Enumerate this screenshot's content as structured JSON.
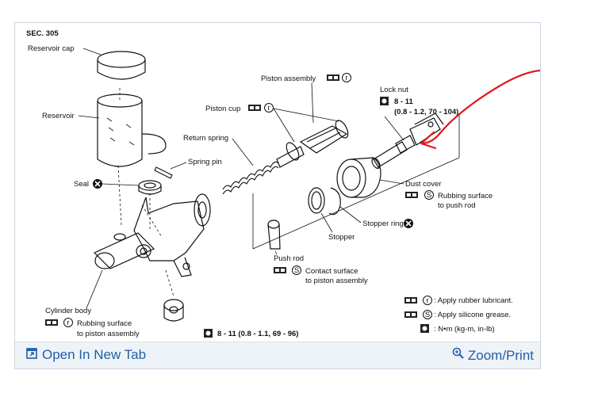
{
  "diagram": {
    "section": "SEC. 305",
    "labels": {
      "reservoir_cap": "Reservoir cap",
      "reservoir": "Reservoir",
      "seal": "Seal",
      "piston_assembly": "Piston assembly",
      "piston_cup": "Piston cup",
      "return_spring": "Return spring",
      "spring_pin": "Spring pin",
      "lock_nut": "Lock nut",
      "lock_nut_torque": "8 - 11",
      "lock_nut_torque_alt": "(0.8 - 1.2, 70 - 104)",
      "dust_cover": "Dust cover",
      "dust_cover_note_1": "Rubbing surface",
      "dust_cover_note_2": "to push rod",
      "stopper_ring": "Stopper ring",
      "stopper": "Stopper",
      "push_rod": "Push rod",
      "push_rod_note_1": "Contact surface",
      "push_rod_note_2": "to piston assembly",
      "cylinder_body": "Cylinder body",
      "cylinder_note_1": "Rubbing surface",
      "cylinder_note_2": "to piston assembly",
      "bottom_torque": "8 - 11 (0.8 - 1.1, 69 - 96)"
    },
    "legend": [
      {
        "symbol": "r",
        "text": ": Apply rubber lubricant."
      },
      {
        "symbol": "S",
        "text": ": Apply silicone grease."
      },
      {
        "symbol": "",
        "text": ": N•m (kg-m, in-lb)"
      }
    ],
    "annotation_color": "#e0191f"
  },
  "toolbar": {
    "open_new_tab": "Open In New Tab",
    "zoom_print": "Zoom/Print",
    "link_color": "#1f5fa8"
  }
}
